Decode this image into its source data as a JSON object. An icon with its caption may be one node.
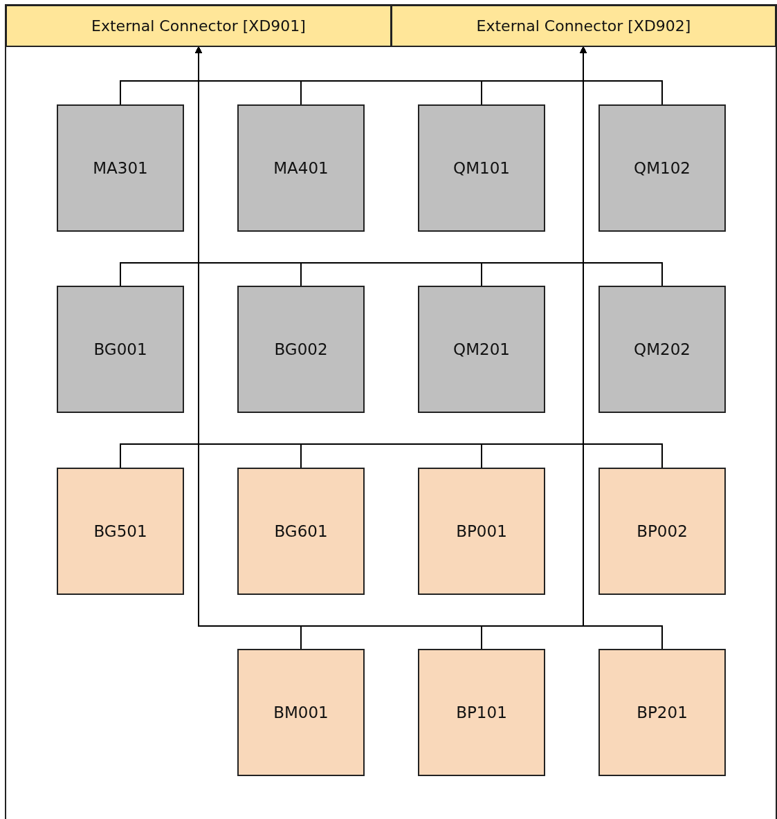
{
  "diagram": {
    "nodes": [
      {
        "text": [
          "External Connector [XD901]"
        ]
      },
      {
        "text": [
          "External Connector [XD902]"
        ]
      },
      {
        "text": [
          "MA301"
        ]
      },
      {
        "text": [
          "MA401"
        ]
      },
      {
        "text": [
          "QM101"
        ]
      },
      {
        "text": [
          "QM102"
        ]
      },
      {
        "text": [
          "BG001"
        ]
      },
      {
        "text": [
          "BG002"
        ]
      },
      {
        "text": [
          "QM201"
        ]
      },
      {
        "text": [
          "QM202"
        ]
      },
      {
        "text": [
          "BG501"
        ]
      },
      {
        "text": [
          "BG601"
        ]
      },
      {
        "text": [
          "BP001"
        ]
      },
      {
        "text": [
          "BP002"
        ]
      },
      {
        "text": [
          "BM001"
        ]
      },
      {
        "text": [
          "BP101"
        ]
      },
      {
        "text": [
          "BP201"
        ]
      }
    ],
    "edges": [
      {
        "from": 2,
        "to": 0,
        "arrow": "to"
      },
      {
        "from": 2,
        "to": 1,
        "arrow": "to"
      },
      {
        "from": 3,
        "to": 0,
        "arrow": "to"
      },
      {
        "from": 3,
        "to": 1,
        "arrow": "to"
      },
      {
        "from": 4,
        "to": 0,
        "arrow": "to"
      },
      {
        "from": 4,
        "to": 1,
        "arrow": "to"
      },
      {
        "from": 5,
        "to": 0,
        "arrow": "to"
      },
      {
        "from": 5,
        "to": 1,
        "arrow": "to"
      },
      {
        "from": 6,
        "to": 0,
        "arrow": "to"
      },
      {
        "from": 6,
        "to": 1,
        "arrow": "to"
      },
      {
        "from": 7,
        "to": 0,
        "arrow": "to"
      },
      {
        "from": 7,
        "to": 1,
        "arrow": "to"
      },
      {
        "from": 8,
        "to": 0,
        "arrow": "to"
      },
      {
        "from": 8,
        "to": 1,
        "arrow": "to"
      },
      {
        "from": 9,
        "to": 0,
        "arrow": "to"
      },
      {
        "from": 9,
        "to": 1,
        "arrow": "to"
      },
      {
        "from": 10,
        "to": 0,
        "arrow": "to"
      },
      {
        "from": 10,
        "to": 1,
        "arrow": "to"
      },
      {
        "from": 11,
        "to": 0,
        "arrow": "to"
      },
      {
        "from": 11,
        "to": 1,
        "arrow": "to"
      },
      {
        "from": 12,
        "to": 0,
        "arrow": "to"
      },
      {
        "from": 12,
        "to": 1,
        "arrow": "to"
      },
      {
        "from": 13,
        "to": 0,
        "arrow": "to"
      },
      {
        "from": 13,
        "to": 1,
        "arrow": "to"
      },
      {
        "from": 14,
        "to": 0,
        "arrow": "to"
      },
      {
        "from": 14,
        "to": 1,
        "arrow": "to"
      },
      {
        "from": 15,
        "to": 0,
        "arrow": "to"
      },
      {
        "from": 15,
        "to": 1,
        "arrow": "to"
      },
      {
        "from": 16,
        "to": 0,
        "arrow": "to"
      },
      {
        "from": 16,
        "to": 1,
        "arrow": "to"
      }
    ]
  }
}
